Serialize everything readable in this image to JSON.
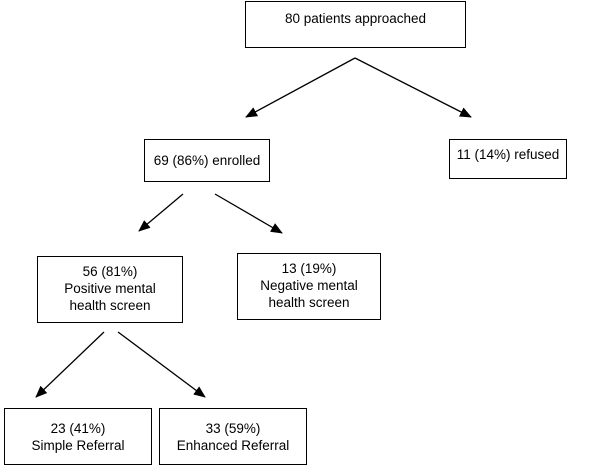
{
  "diagram": {
    "approached": {
      "lines": [
        "80 patients approached"
      ]
    },
    "enrolled": {
      "lines": [
        "69 (86%) enrolled"
      ]
    },
    "refused": {
      "lines": [
        "11 (14%) refused"
      ]
    },
    "positive": {
      "lines": [
        "56 (81%)",
        "Positive mental",
        "health screen"
      ]
    },
    "negative": {
      "lines": [
        "13 (19%)",
        "Negative mental",
        "health screen"
      ]
    },
    "simple": {
      "lines": [
        "23 (41%)",
        "Simple Referral"
      ]
    },
    "enhanced": {
      "lines": [
        "33 (59%)",
        "Enhanced Referral"
      ]
    }
  },
  "colors": {
    "stroke": "#000000",
    "background": "#ffffff"
  }
}
